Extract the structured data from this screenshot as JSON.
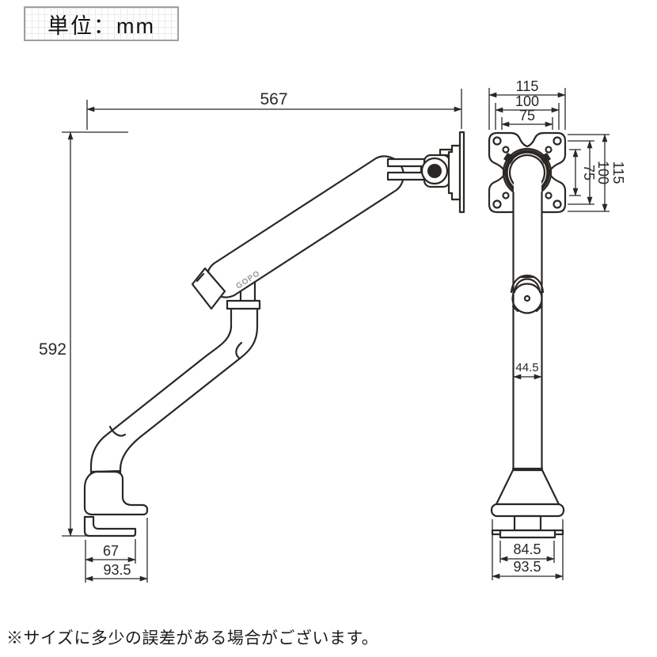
{
  "unit_box": {
    "label": "単位：mm"
  },
  "footnote": {
    "text": "※サイズに多少の誤差がある場合がございます。"
  },
  "drawing": {
    "logo_text": "GOPO",
    "colors": {
      "line": "#2b2824",
      "dimension": "#2b2824",
      "logo_gray": "#9a9a9a",
      "grid": "#ebebeb",
      "box_border": "#9f9f9f"
    },
    "side_view": {
      "dims": {
        "overall_width": "567",
        "overall_height": "592",
        "clamp_inner_depth": "67",
        "clamp_outer_depth": "93.5"
      }
    },
    "front_view": {
      "dims": {
        "plate_width_outer": "115",
        "plate_width_mid": "100",
        "plate_width_inner": "75",
        "plate_height_outer": "115",
        "plate_height_mid": "100",
        "plate_height_inner": "75",
        "pole_width": "44.5",
        "base_width_inner": "84.5",
        "base_width_outer": "93.5"
      }
    }
  }
}
